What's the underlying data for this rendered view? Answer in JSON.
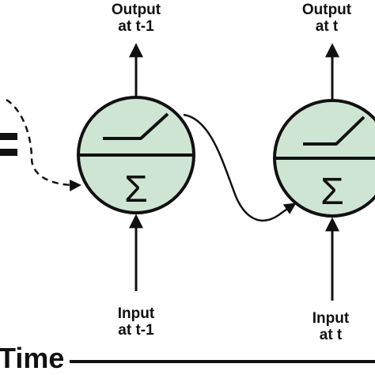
{
  "labels": {
    "output_prev": [
      "Output",
      "at t-1"
    ],
    "output_curr": [
      "Output",
      "at t"
    ],
    "input_prev": [
      "Input",
      "at t-1"
    ],
    "input_curr": [
      "Input",
      "at t"
    ],
    "time": "Time"
  },
  "symbols": {
    "sum": "Σ"
  },
  "colors": {
    "neuron_fill": "#cfe5d3",
    "ink": "#111111",
    "background": "#ffffff"
  }
}
